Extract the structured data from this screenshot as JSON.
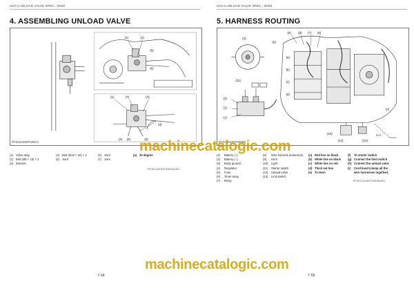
{
  "left_page": {
    "header": "U10-3 UNLOAD VALVE SPEC., WSM",
    "title": "4.   ASSEMBLING UNLOAD VALVE",
    "figure_code": "RYSI124190TS00A4",
    "callouts": [
      "(2)",
      "(4)",
      "(5)",
      "(6)",
      "(1)",
      "(7)",
      "(3)",
      "(4)",
      "(5)",
      "(6)",
      "(a)"
    ],
    "legend": [
      [
        "(1)",
        "Valve assy",
        "(4)",
        "Bolt (M10 × 20) × 2",
        "(6)",
        "Joint",
        "(a)",
        "30 degree"
      ],
      [
        "(2)",
        "Bolt (M6 × 15) × 2",
        "(5)",
        "Joint",
        "(7)",
        "Joint",
        "",
        ""
      ],
      [
        "(3)",
        "Bracket",
        "",
        "",
        "",
        "",
        "",
        ""
      ]
    ],
    "doc_code": "RYSI124190TS0004US0",
    "page_number": "7-S4"
  },
  "right_page": {
    "header": "U10-3 UNLOAD VALVE SPEC., WSM",
    "title": "5.   HARNESS ROUTING",
    "figure_code": "RYSI124190TS00B5",
    "callouts": [
      "(4)",
      "(9)",
      "(6)",
      "(7)",
      "(5)",
      "(8)",
      "(3)",
      "(2)",
      "(1)",
      "(10)",
      "(11)",
      "(12)",
      "(13)",
      "(a)",
      "(b)",
      "(c)",
      "(d)",
      "(e)"
    ],
    "section_mark": "A-A",
    "legend": [
      [
        "(1)",
        "Battery (+)",
        "(8)",
        "Wire harness (extension)",
        "(a)",
        "Red line on black",
        "(f)",
        "To starter switch"
      ],
      [
        "(2)",
        "Battery (−)",
        "(9)",
        "Horn",
        "(b)",
        "White line on black",
        "(g)",
        "Connect the limit switch"
      ],
      [
        "(3)",
        "Body ground",
        "(10)",
        "Light",
        "(c)",
        "White line on red",
        "(h)",
        "Connect the unload valve"
      ],
      [
        "(4)",
        "Regulator",
        "(11)",
        "Starter switch",
        "(d)",
        "Thick red line",
        "(i)",
        "Cord band (clamp all the"
      ],
      [
        "(5)",
        "Fuse",
        "(12)",
        "Unload valve",
        "(e)",
        "To Horn",
        "",
        "wire harnesses together)"
      ],
      [
        "(6)",
        "Timer relay",
        "(13)",
        "Limit switch",
        "",
        "",
        "",
        ""
      ],
      [
        "(7)",
        "Relay",
        "",
        "",
        "",
        "",
        "",
        ""
      ]
    ],
    "doc_code": "RYSI124190TS0005US0",
    "page_number": "7-S5"
  },
  "watermark": "machinecatalogic.com",
  "colors": {
    "watermark": "#d4a300",
    "line": "#222222"
  }
}
